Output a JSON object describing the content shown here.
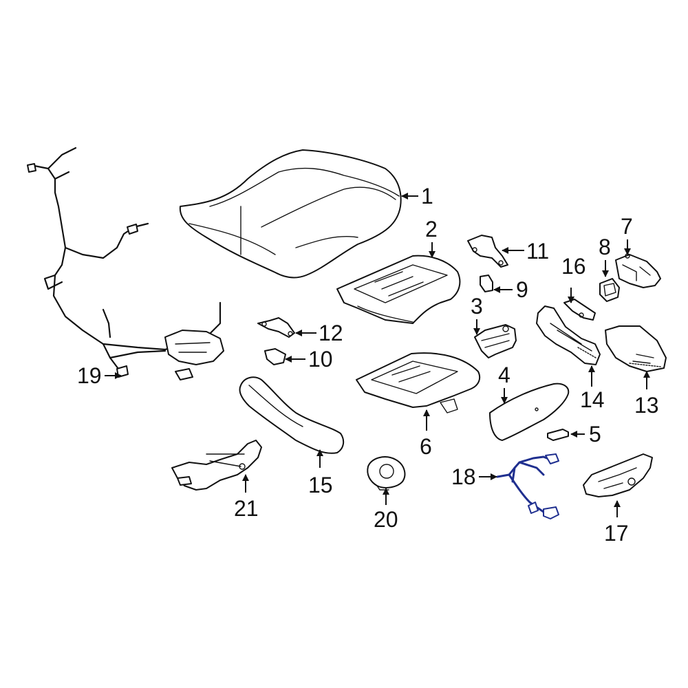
{
  "highlight_color": "#1f2f8f",
  "parts": [
    {
      "id": "1",
      "label": "1"
    },
    {
      "id": "2",
      "label": "2"
    },
    {
      "id": "3",
      "label": "3"
    },
    {
      "id": "4",
      "label": "4"
    },
    {
      "id": "5",
      "label": "5"
    },
    {
      "id": "6",
      "label": "6"
    },
    {
      "id": "7",
      "label": "7"
    },
    {
      "id": "8",
      "label": "8"
    },
    {
      "id": "9",
      "label": "9"
    },
    {
      "id": "10",
      "label": "10"
    },
    {
      "id": "11",
      "label": "11"
    },
    {
      "id": "12",
      "label": "12"
    },
    {
      "id": "13",
      "label": "13"
    },
    {
      "id": "14",
      "label": "14"
    },
    {
      "id": "15",
      "label": "15"
    },
    {
      "id": "16",
      "label": "16"
    },
    {
      "id": "17",
      "label": "17"
    },
    {
      "id": "18",
      "label": "18",
      "highlighted": true
    },
    {
      "id": "19",
      "label": "19"
    },
    {
      "id": "20",
      "label": "20"
    },
    {
      "id": "21",
      "label": "21"
    }
  ]
}
